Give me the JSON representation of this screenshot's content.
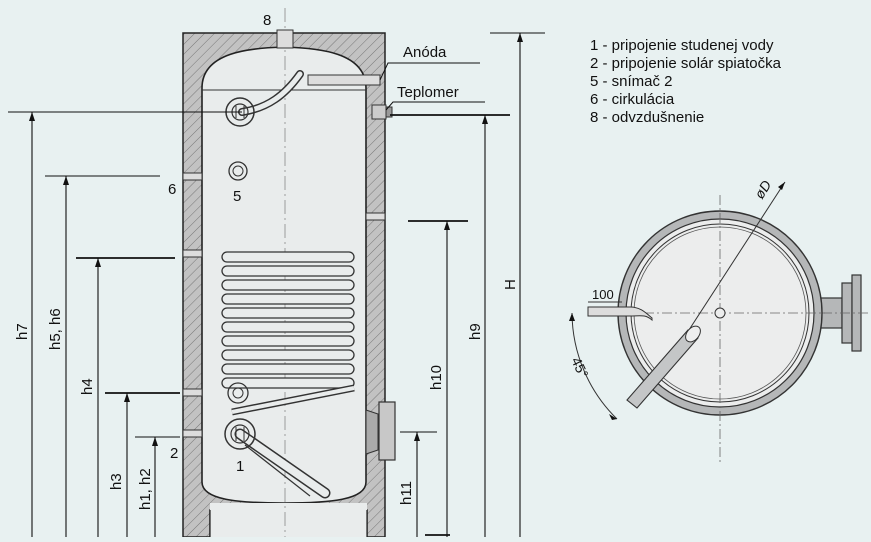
{
  "labels": {
    "top_num": "8",
    "anoda": "Anóda",
    "teplomer": "Teplomer",
    "n6": "6",
    "n5": "5",
    "n2": "2",
    "n1": "1",
    "h7": "h7",
    "h5h6": "h5, h6",
    "h4": "h4",
    "h3": "h3",
    "h1h2": "h1, h2",
    "H": "H",
    "h9": "h9",
    "h10": "h10",
    "h11": "h11",
    "dim100": "100",
    "angle45": "45°",
    "diamD": "øD"
  },
  "legend": [
    "1 - pripojenie studenej vody",
    "2 - pripojenie solár spiatočka",
    "5 - snímač  2",
    "6 - cirkulácia",
    "8 - odvzdušnenie"
  ],
  "colors": {
    "background": "#e8f1f1",
    "tank_shell": "#c2c2c2",
    "tank_interior": "#e9ecec",
    "line": "#111111",
    "top_view_fill": "#b5b7b8"
  }
}
